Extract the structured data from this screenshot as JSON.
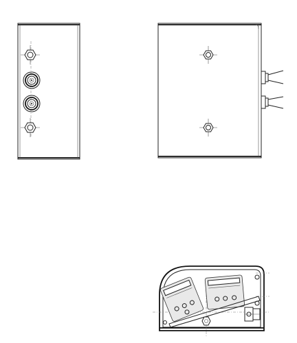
{
  "drawing": {
    "views": [
      {
        "name": "front-view",
        "features": [
          "hex-nut",
          "coaxial-connector",
          "coaxial-connector",
          "hex-nut"
        ]
      },
      {
        "name": "side-view",
        "features": [
          "hex-nut",
          "hex-nut",
          "cable-gland",
          "cable-gland"
        ]
      },
      {
        "name": "section-view",
        "features": [
          "housing",
          "relay-block",
          "relay-block",
          "cable-gland"
        ]
      }
    ],
    "colors": {
      "line": "#222222",
      "paper": "#ffffff",
      "hatch": "#e9e9e9"
    }
  }
}
